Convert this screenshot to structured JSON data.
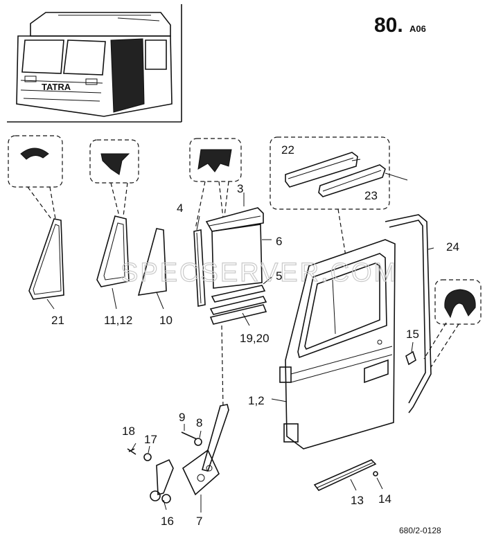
{
  "page": {
    "number": "80.",
    "section": "A06",
    "drawing_code": "680/2-0128",
    "watermark": "SPECSERVER.COM"
  },
  "inset": {
    "cab_badge": "TATRA"
  },
  "callouts": [
    {
      "id": "c21",
      "text": "21"
    },
    {
      "id": "c11_12",
      "text": "11,12"
    },
    {
      "id": "c10",
      "text": "10"
    },
    {
      "id": "c4",
      "text": "4"
    },
    {
      "id": "c3",
      "text": "3"
    },
    {
      "id": "c6",
      "text": "6"
    },
    {
      "id": "c5",
      "text": "5"
    },
    {
      "id": "c19_20",
      "text": "19,20"
    },
    {
      "id": "c22",
      "text": "22"
    },
    {
      "id": "c23",
      "text": "23"
    },
    {
      "id": "c24",
      "text": "24"
    },
    {
      "id": "c15",
      "text": "15"
    },
    {
      "id": "c1_2",
      "text": "1,2"
    },
    {
      "id": "c18",
      "text": "18"
    },
    {
      "id": "c17",
      "text": "17"
    },
    {
      "id": "c9",
      "text": "9"
    },
    {
      "id": "c8",
      "text": "8"
    },
    {
      "id": "c16",
      "text": "16"
    },
    {
      "id": "c7",
      "text": "7"
    },
    {
      "id": "c13",
      "text": "13"
    },
    {
      "id": "c14",
      "text": "14"
    }
  ],
  "colors": {
    "ink": "#111111",
    "paper": "#ffffff",
    "watermark": "#c9c9c9"
  }
}
